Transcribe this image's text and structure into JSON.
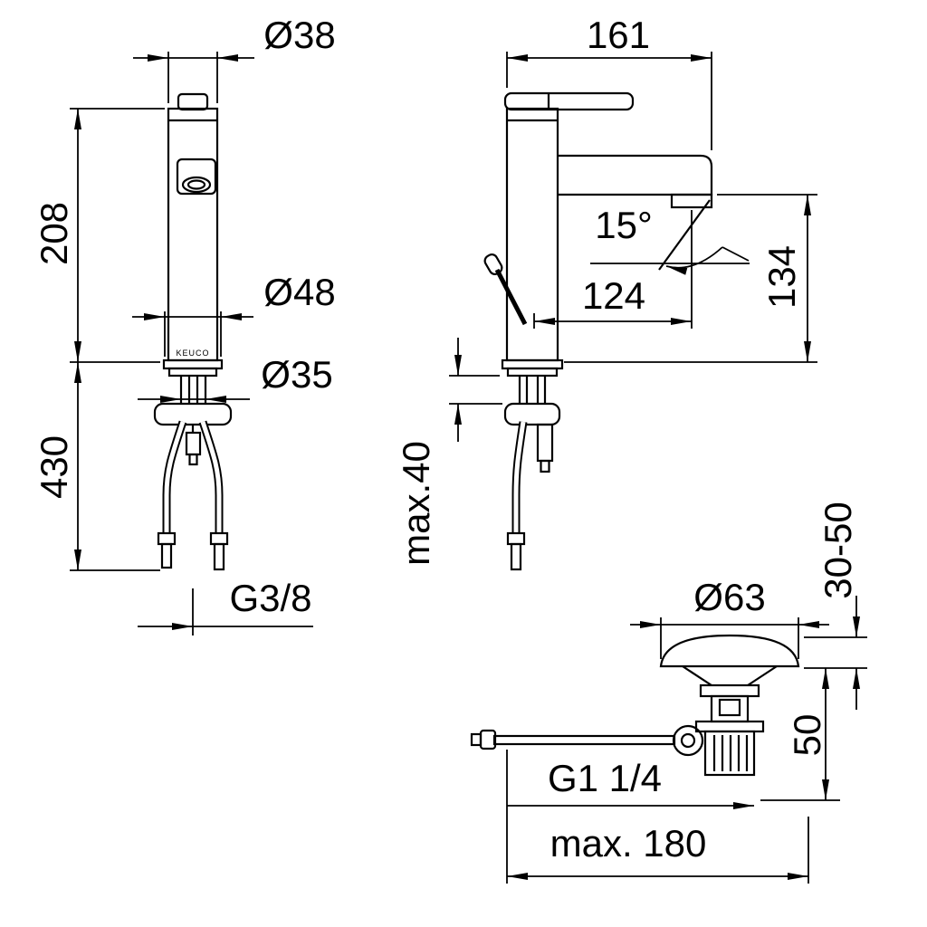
{
  "drawing": {
    "title": "single-lever-basin-mixer-technical-drawing",
    "brand": "KEUCO",
    "front": {
      "dia_handle": "Ø38",
      "height_body": "208",
      "dia_base": "Ø48",
      "dia_shank": "Ø35",
      "length_hoses": "430",
      "thread_supply": "G3/8"
    },
    "side": {
      "depth_total": "161",
      "angle_spray": "15°",
      "reach_spout": "124",
      "height_spout": "134",
      "deck_max": "max.40"
    },
    "waste": {
      "dia_plug": "Ø63",
      "range_height": "30-50",
      "height_lower": "50",
      "thread_waste": "G1 1/4",
      "rod_max": "max. 180"
    },
    "colors": {
      "line": "#000000",
      "background": "#ffffff"
    }
  }
}
